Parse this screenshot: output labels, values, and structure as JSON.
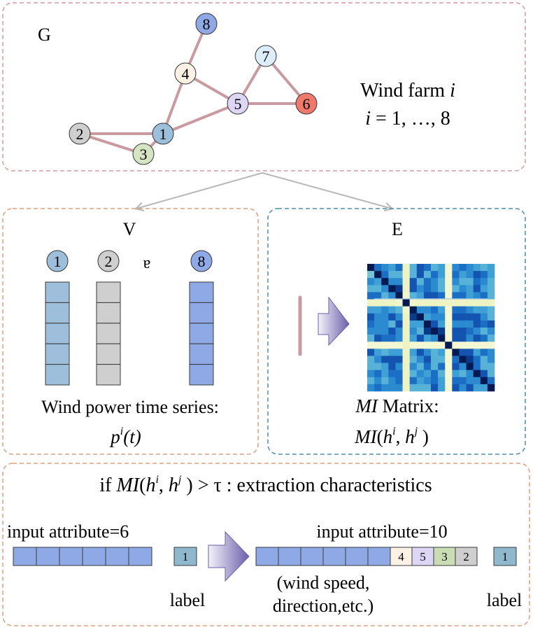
{
  "graph_panel": {
    "title": "G",
    "caption_line1": "Wind farm i",
    "caption_line2": "i = 1, …, 8",
    "nodes": [
      {
        "id": "1",
        "color": "#9dbfdb"
      },
      {
        "id": "2",
        "color": "#cfcfcf"
      },
      {
        "id": "3",
        "color": "#d6e4c4"
      },
      {
        "id": "4",
        "color": "#fbf1e4"
      },
      {
        "id": "5",
        "color": "#ddd7f5"
      },
      {
        "id": "6",
        "color": "#ef7a6c"
      },
      {
        "id": "7",
        "color": "#ddeefa"
      },
      {
        "id": "8",
        "color": "#8fa8e6"
      }
    ],
    "edges": [
      [
        "8",
        "4"
      ],
      [
        "4",
        "1"
      ],
      [
        "4",
        "5"
      ],
      [
        "1",
        "5"
      ],
      [
        "1",
        "2"
      ],
      [
        "1",
        "3"
      ],
      [
        "2",
        "3"
      ],
      [
        "5",
        "7"
      ],
      [
        "5",
        "6"
      ],
      [
        "7",
        "6"
      ]
    ],
    "edge_color": "#c99aa0"
  },
  "v_panel": {
    "title": "V",
    "columns": [
      {
        "id": "1",
        "color": "#9dbfdb"
      },
      {
        "id": "2",
        "color": "#cfcfcf"
      },
      {
        "id": "8",
        "color": "#8fa8e6"
      }
    ],
    "ellipsis": "ɐ",
    "caption_line1": "Wind power time series:",
    "caption_line2": "pi(t)"
  },
  "e_panel": {
    "title": "E",
    "caption_line1": "MI Matrix:",
    "caption_line2": "MI(hi, hj )"
  },
  "bottom_panel": {
    "rule": "if MI(hi, hj ) > τ : extraction characteristics",
    "left_title": "input attribute=6",
    "right_title": "input attribute=10",
    "label_value": "1",
    "label_text": "label",
    "extra_cells": [
      {
        "text": "4",
        "color": "#fbf1e4"
      },
      {
        "text": "5",
        "color": "#ddd7f5"
      },
      {
        "text": "3",
        "color": "#c9dcb4"
      },
      {
        "text": "2",
        "color": "#cfcfcf"
      }
    ],
    "note_line1": "(wind speed,",
    "note_line2": "direction,etc.)"
  },
  "colors": {
    "panel_border_pink": "#d49aa0",
    "panel_border_orange": "#d9a080",
    "panel_border_blue": "#4a90a8",
    "series_blue": "#8fa8e6",
    "arrow_gray": "#b8b8b8"
  }
}
